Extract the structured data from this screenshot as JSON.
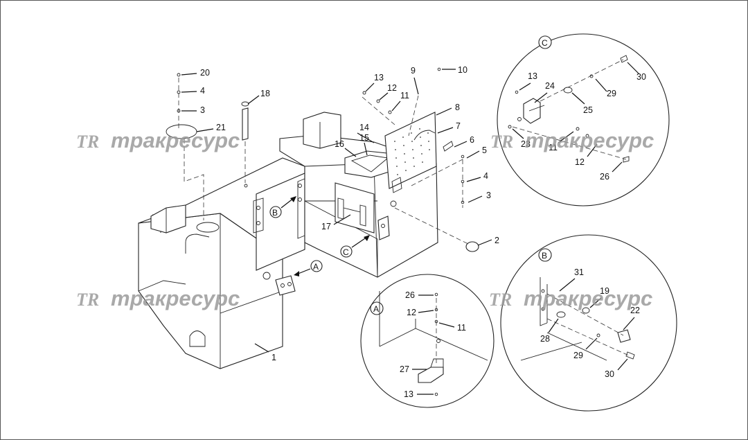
{
  "diagram": {
    "views": {
      "main": {
        "callouts": [
          "1",
          "2",
          "3",
          "4",
          "5",
          "6",
          "7",
          "8",
          "9",
          "10",
          "11",
          "12",
          "13",
          "14",
          "15",
          "16",
          "17",
          "18",
          "3",
          "4",
          "20",
          "21"
        ]
      },
      "detail_a": {
        "tag": "A",
        "callouts": [
          "26",
          "12",
          "11",
          "27",
          "13"
        ]
      },
      "detail_b": {
        "tag": "B",
        "callouts": [
          "31",
          "19",
          "22",
          "28",
          "29",
          "30"
        ]
      },
      "detail_c": {
        "tag": "C",
        "callouts": [
          "13",
          "24",
          "29",
          "30",
          "25",
          "23",
          "11",
          "12",
          "26"
        ]
      }
    },
    "view_pointers": [
      "A",
      "B",
      "C"
    ]
  },
  "watermark": {
    "logo": "TR",
    "text": "тракресурс"
  },
  "colors": {
    "line": "#222222",
    "watermark": "#9a9a9a",
    "background": "#ffffff"
  }
}
